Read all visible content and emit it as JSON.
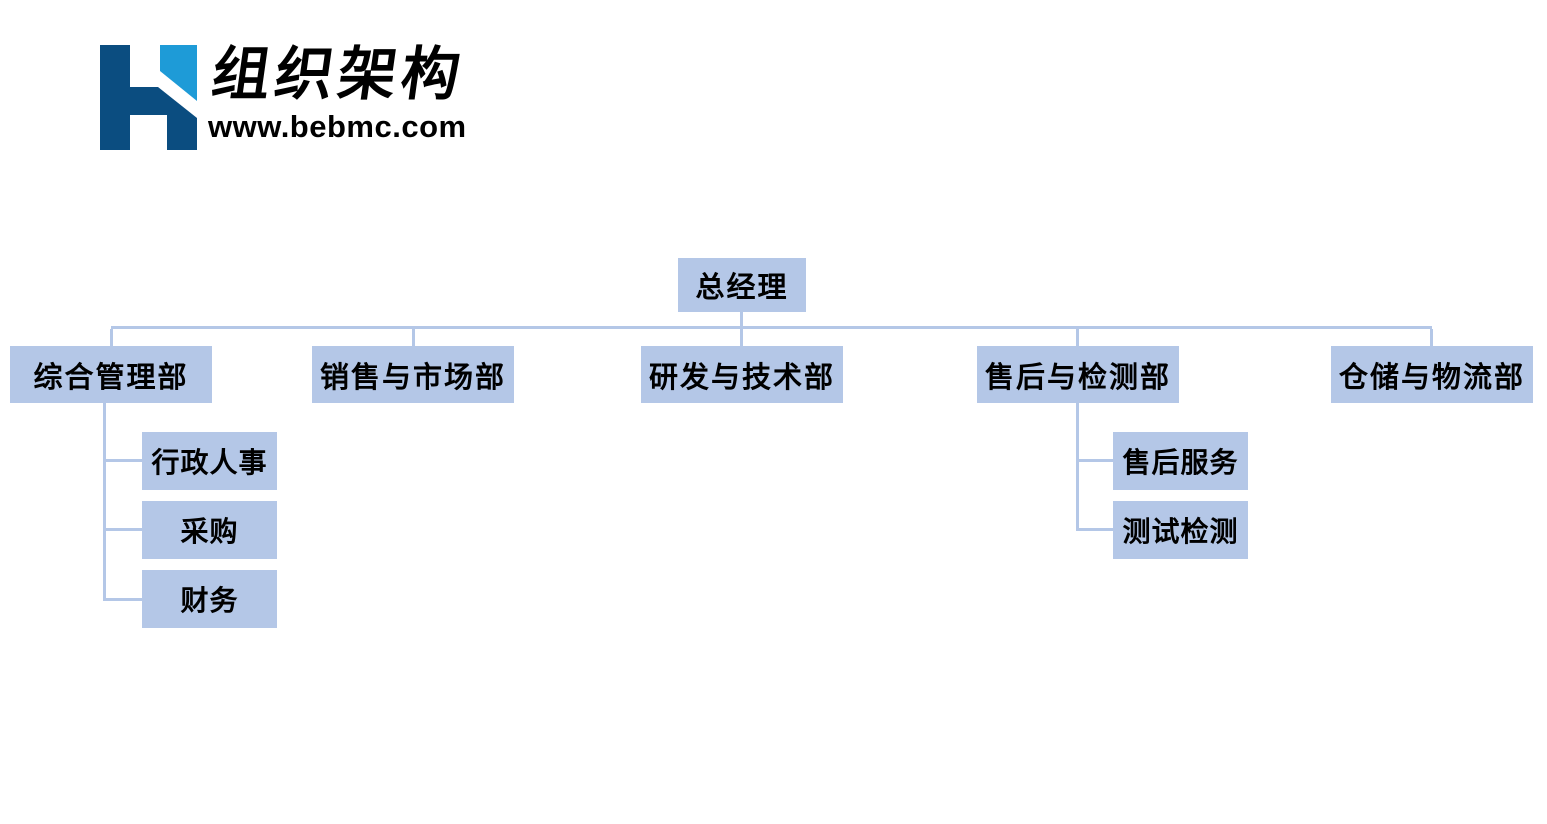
{
  "brand": {
    "title": "组织架构",
    "url": "www.bebmc.com",
    "logo_icon": "letter-h-logo"
  },
  "colors": {
    "node_fill": "#b4c7e7",
    "connector": "#b4c7e7",
    "node_text": "#000000",
    "logo_dark": "#0b4d80",
    "logo_light": "#1e9bd7"
  },
  "chart": {
    "root": {
      "label": "总经理"
    },
    "departments": [
      {
        "label": "综合管理部",
        "children": [
          {
            "label": "行政人事"
          },
          {
            "label": "采购"
          },
          {
            "label": "财务"
          }
        ]
      },
      {
        "label": "销售与市场部",
        "children": []
      },
      {
        "label": "研发与技术部",
        "children": []
      },
      {
        "label": "售后与检测部",
        "children": [
          {
            "label": "售后服务"
          },
          {
            "label": "测试检测"
          }
        ]
      },
      {
        "label": "仓储与物流部",
        "children": []
      }
    ]
  }
}
